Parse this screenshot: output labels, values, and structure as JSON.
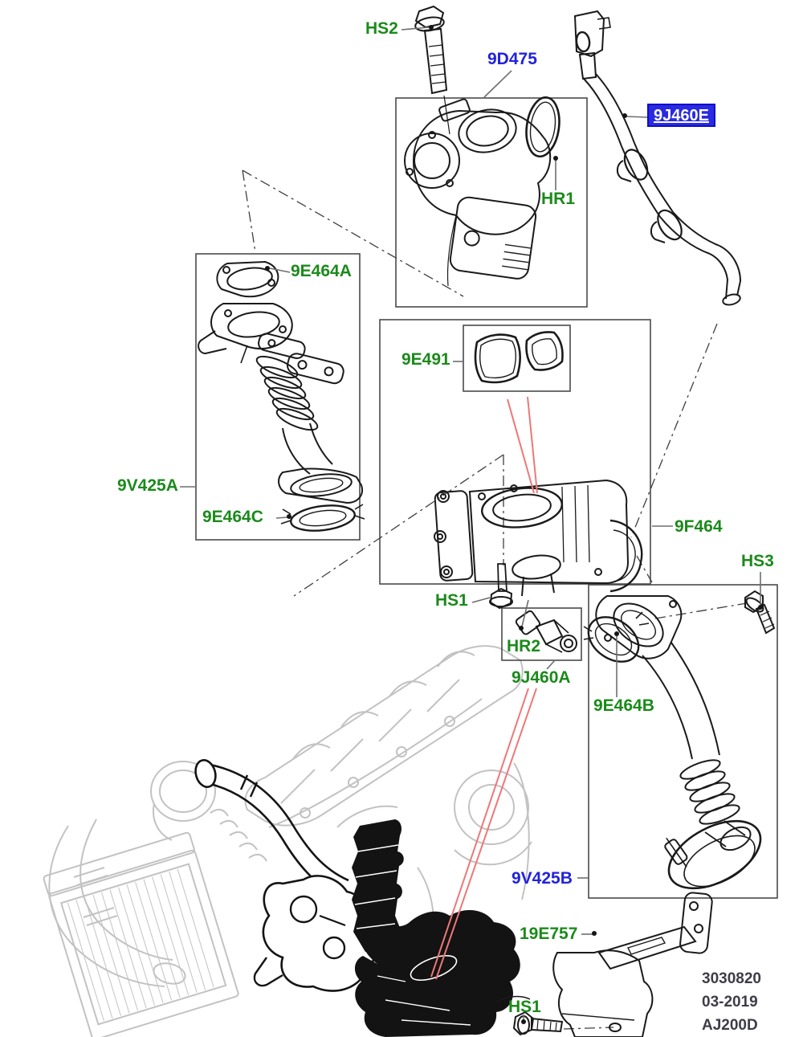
{
  "diagram": {
    "kind": "exploded-parts-view",
    "callouts": {
      "hs2": "HS2",
      "d475": "9D475",
      "j460e": "9J460E",
      "hr1": "HR1",
      "e464a": "9E464A",
      "e491": "9E491",
      "v425a": "9V425A",
      "e464c": "9E464C",
      "f464": "9F464",
      "hs1_mid": "HS1",
      "hr2": "HR2",
      "j460a": "9J460A",
      "hs3": "HS3",
      "e464b": "9E464B",
      "v425b": "9V425B",
      "e757": "19E757",
      "hs1_bottom": "HS1"
    },
    "selected_callout": "9J460E",
    "footer": {
      "line1": "3030820",
      "line2": "03-2019",
      "line3": "AJ200D"
    },
    "colors": {
      "callout_green": "#1b8a1b",
      "callout_blue": "#2222dd",
      "selected_bg": "#2a2ae0",
      "selected_border": "#0d0dcb",
      "selected_text": "#ffffff",
      "red_leader": "#ee7777",
      "line_art": "#1a1a1a",
      "ghost_gray": "#c2c2c2",
      "box_border": "#4a4a4a",
      "footer_text": "#3d3d47"
    }
  }
}
